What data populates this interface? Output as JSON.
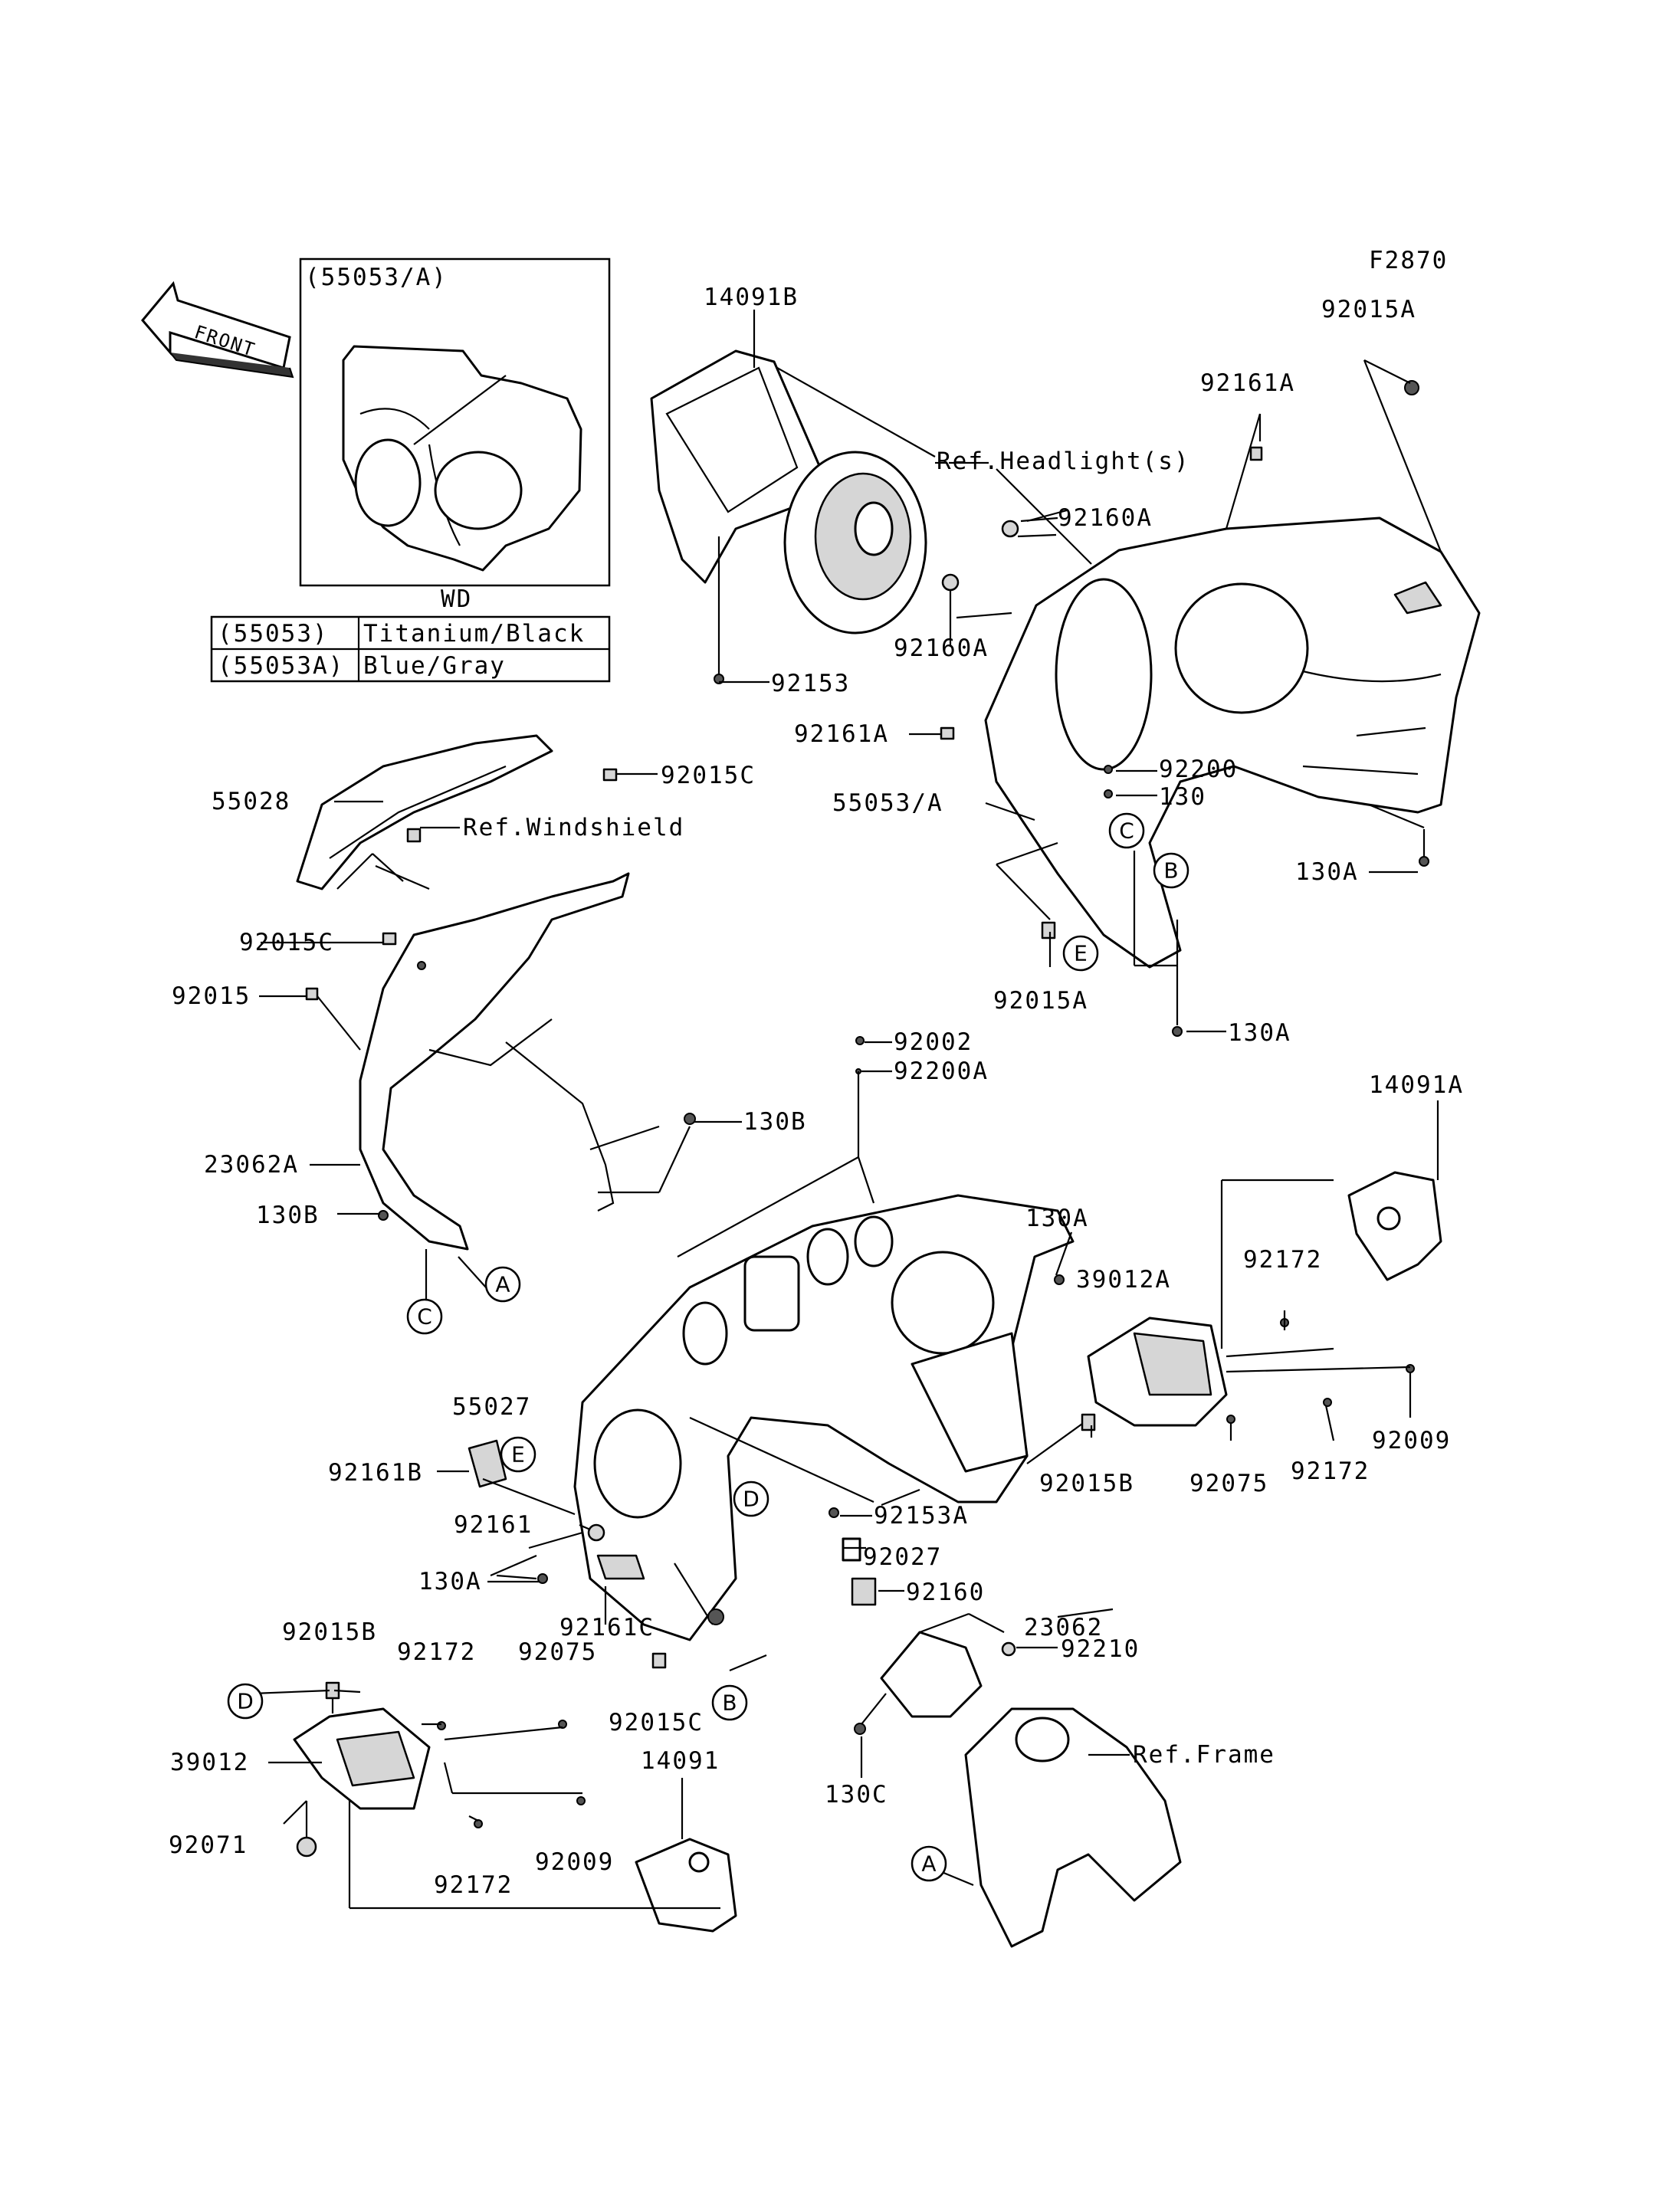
{
  "figure_code": "F2870",
  "front_label": "FRONT",
  "inset": {
    "title": "(55053/A)",
    "caption": "WD"
  },
  "color_table": [
    {
      "code": "(55053)",
      "color": "Titanium/Black"
    },
    {
      "code": "(55053A)",
      "color": "Blue/Gray"
    }
  ],
  "part_labels": {
    "l14091B": "14091B",
    "lRefHeadlight": "Ref.Headlight(s)",
    "l92161A_1": "92161A",
    "l92015A_1": "92015A",
    "l92160A_1": "92160A",
    "l92160A_2": "92160A",
    "l92153": "92153",
    "l92161A_2": "92161A",
    "l92200": "92200",
    "l130_1": "130",
    "l55053A": "55053/A",
    "l130A_1": "130A",
    "l92015A_2": "92015A",
    "l130A_2": "130A",
    "l92015C_1": "92015C",
    "l55028": "55028",
    "lRefWindshield": "Ref.Windshield",
    "l92015C_2": "92015C",
    "l92015": "92015",
    "l92002": "92002",
    "l92200A": "92200A",
    "l130B_1": "130B",
    "l14091A": "14091A",
    "l23062A": "23062A",
    "l130A_3": "130A",
    "l130B_2": "130B",
    "l39012A": "39012A",
    "l92172_1": "92172",
    "l92009_1": "92009",
    "l55027": "55027",
    "l92015B_1": "92015B",
    "l92172_2": "92172",
    "l92075_1": "92075",
    "l92161B": "92161B",
    "l92153A": "92153A",
    "l92161": "92161",
    "l130A_4": "130A",
    "l92027": "92027",
    "l92160": "92160",
    "l92161C": "92161C",
    "l23062": "23062",
    "l92210": "92210",
    "l92015B_2": "92015B",
    "l92172_3": "92172",
    "l92075_2": "92075",
    "l92015C_3": "92015C",
    "lRefFrame": "Ref.Frame",
    "l39012": "39012",
    "l130C": "130C",
    "l14091": "14091",
    "l92071": "92071",
    "l92172_4": "92172",
    "l92009_2": "92009"
  },
  "callouts": {
    "c_C_1": "C",
    "c_B_1": "B",
    "c_E_1": "E",
    "c_A_1": "A",
    "c_C_2": "C",
    "c_E_2": "E",
    "c_D_1": "D",
    "c_B_2": "B",
    "c_D_2": "D",
    "c_A_2": "A"
  }
}
